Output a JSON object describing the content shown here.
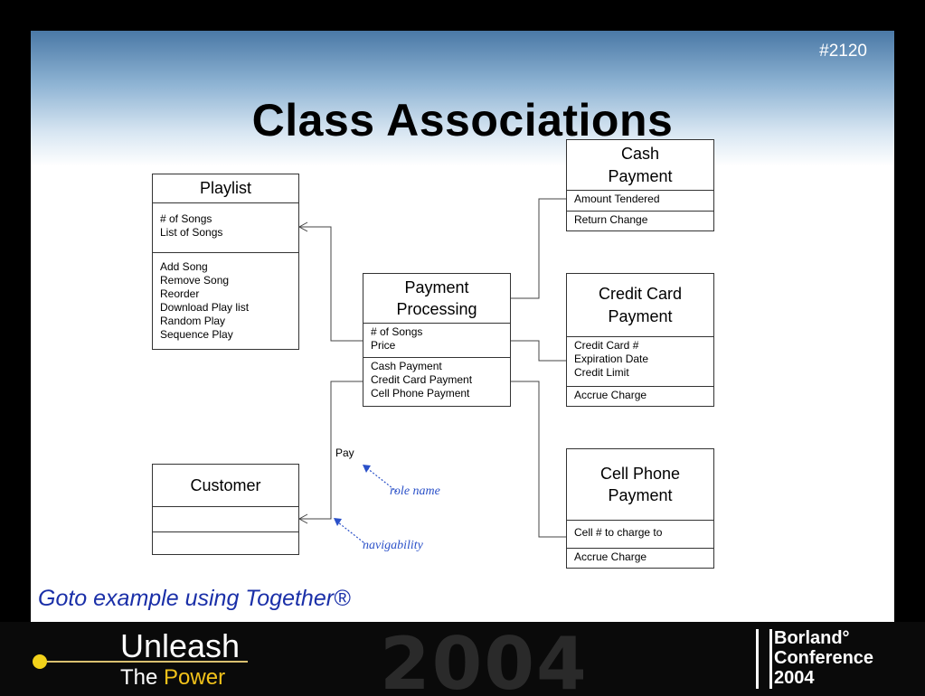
{
  "slide": {
    "number": "#2120",
    "title": "Class Associations",
    "footer_note": "Goto example using Together®"
  },
  "diagram": {
    "classes": {
      "playlist": {
        "name": "Playlist",
        "attributes": [
          "# of Songs",
          "List of Songs"
        ],
        "operations": [
          "Add Song",
          "Remove Song",
          "Reorder",
          "Download Play list",
          "Random Play",
          "Sequence Play"
        ]
      },
      "payment_processing": {
        "name_line1": "Payment",
        "name_line2": "Processing",
        "attributes": [
          "# of Songs",
          "Price"
        ],
        "operations": [
          "Cash Payment",
          "Credit Card Payment",
          "Cell Phone Payment"
        ]
      },
      "customer": {
        "name": "Customer"
      },
      "cash_payment": {
        "name_line1": "Cash",
        "name_line2": "Payment",
        "attributes": [
          "Amount Tendered"
        ],
        "operations": [
          "Return Change"
        ]
      },
      "credit_card_payment": {
        "name_line1": "Credit Card",
        "name_line2": "Payment",
        "attributes": [
          "Credit Card #",
          "Expiration Date",
          "Credit Limit"
        ],
        "operations": [
          "Accrue Charge"
        ]
      },
      "cell_phone_payment": {
        "name_line1": "Cell Phone",
        "name_line2": "Payment",
        "attributes": [
          "Cell # to charge to"
        ],
        "operations": [
          "Accrue Charge"
        ]
      }
    },
    "association_label": "Pay",
    "annotations": {
      "role_name": "role name",
      "navigability": "navigability"
    },
    "colors": {
      "annotation": "#2a50c8",
      "footer_note": "#1a2fa8",
      "accent": "#f2c21a"
    }
  },
  "footer": {
    "tagline_line1": "Unleash",
    "tagline_line2_prefix": "The ",
    "tagline_line2_highlight": "Power",
    "year_watermark": "2004",
    "conference_line1": "Borland°",
    "conference_line2": "Conference",
    "conference_line3": "2004"
  }
}
